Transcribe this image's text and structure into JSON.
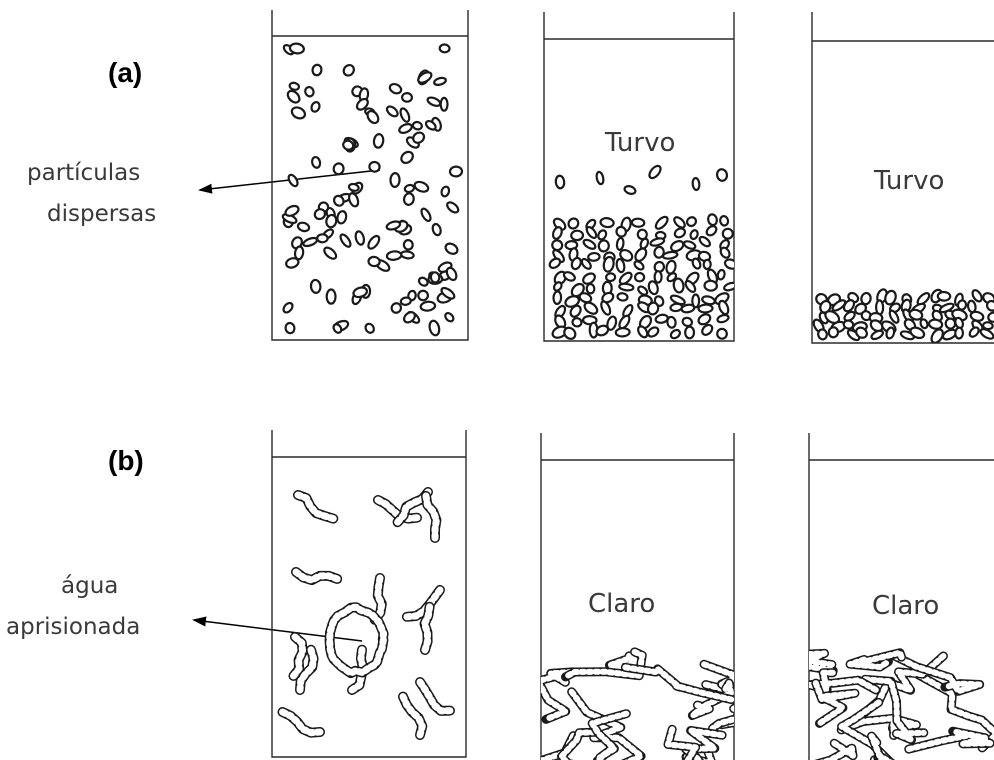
{
  "rows": {
    "a": {
      "label": "(a)",
      "callout_lines": [
        "partículas",
        "dispersas"
      ],
      "middle_state": "Turvo",
      "right_state": "Turvo"
    },
    "b": {
      "label": "(b)",
      "callout_lines": [
        "água",
        "aprisionada"
      ],
      "middle_state": "Claro",
      "right_state": "Claro"
    }
  }
}
